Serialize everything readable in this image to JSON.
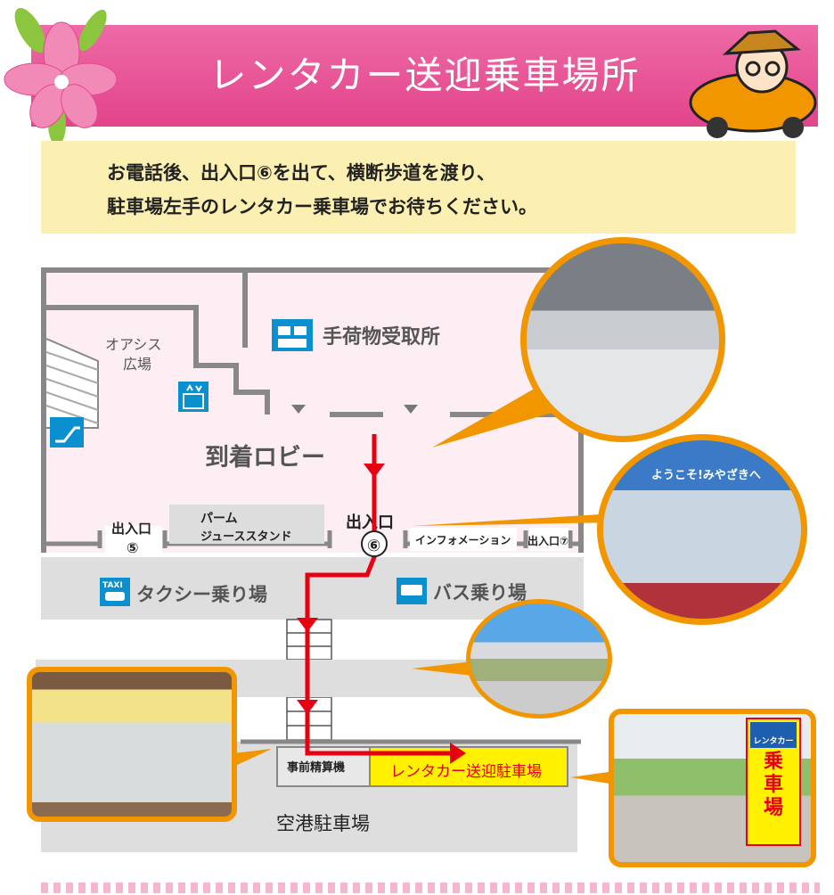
{
  "header": {
    "title": "レンタカー送迎乗車場所"
  },
  "notice": {
    "line1": "お電話後、出入口⑥を出て、横断歩道を渡り、",
    "line2": "駐車場左手のレンタカー乗車場でお待ちください。"
  },
  "map": {
    "oasis": [
      "オアシス",
      "広場"
    ],
    "baggage": "手荷物受取所",
    "lobby": "到着ロビー",
    "exit5": [
      "出入口",
      "⑤"
    ],
    "palm": [
      "パーム",
      "ジューススタンド"
    ],
    "exit6": [
      "出入口",
      "⑥"
    ],
    "information": "インフォメーション",
    "exit7": "出入口⑦",
    "taxi_icon_label": "TAXI",
    "taxi": "タクシー乗り場",
    "bus": "バス乗り場",
    "prepay": "事前精算機",
    "rental": "レンタカー送迎駐車場",
    "parking": "空港駐車場"
  },
  "photos": {
    "sign_top": "レンタカー",
    "sign_main": [
      "乗",
      "車",
      "場"
    ],
    "entrance_sign": "ようこそ!みやざきへ"
  },
  "colors": {
    "pink": "#e5478f",
    "route": "#e60012",
    "orange": "#f29600",
    "yellow": "#fff100"
  }
}
